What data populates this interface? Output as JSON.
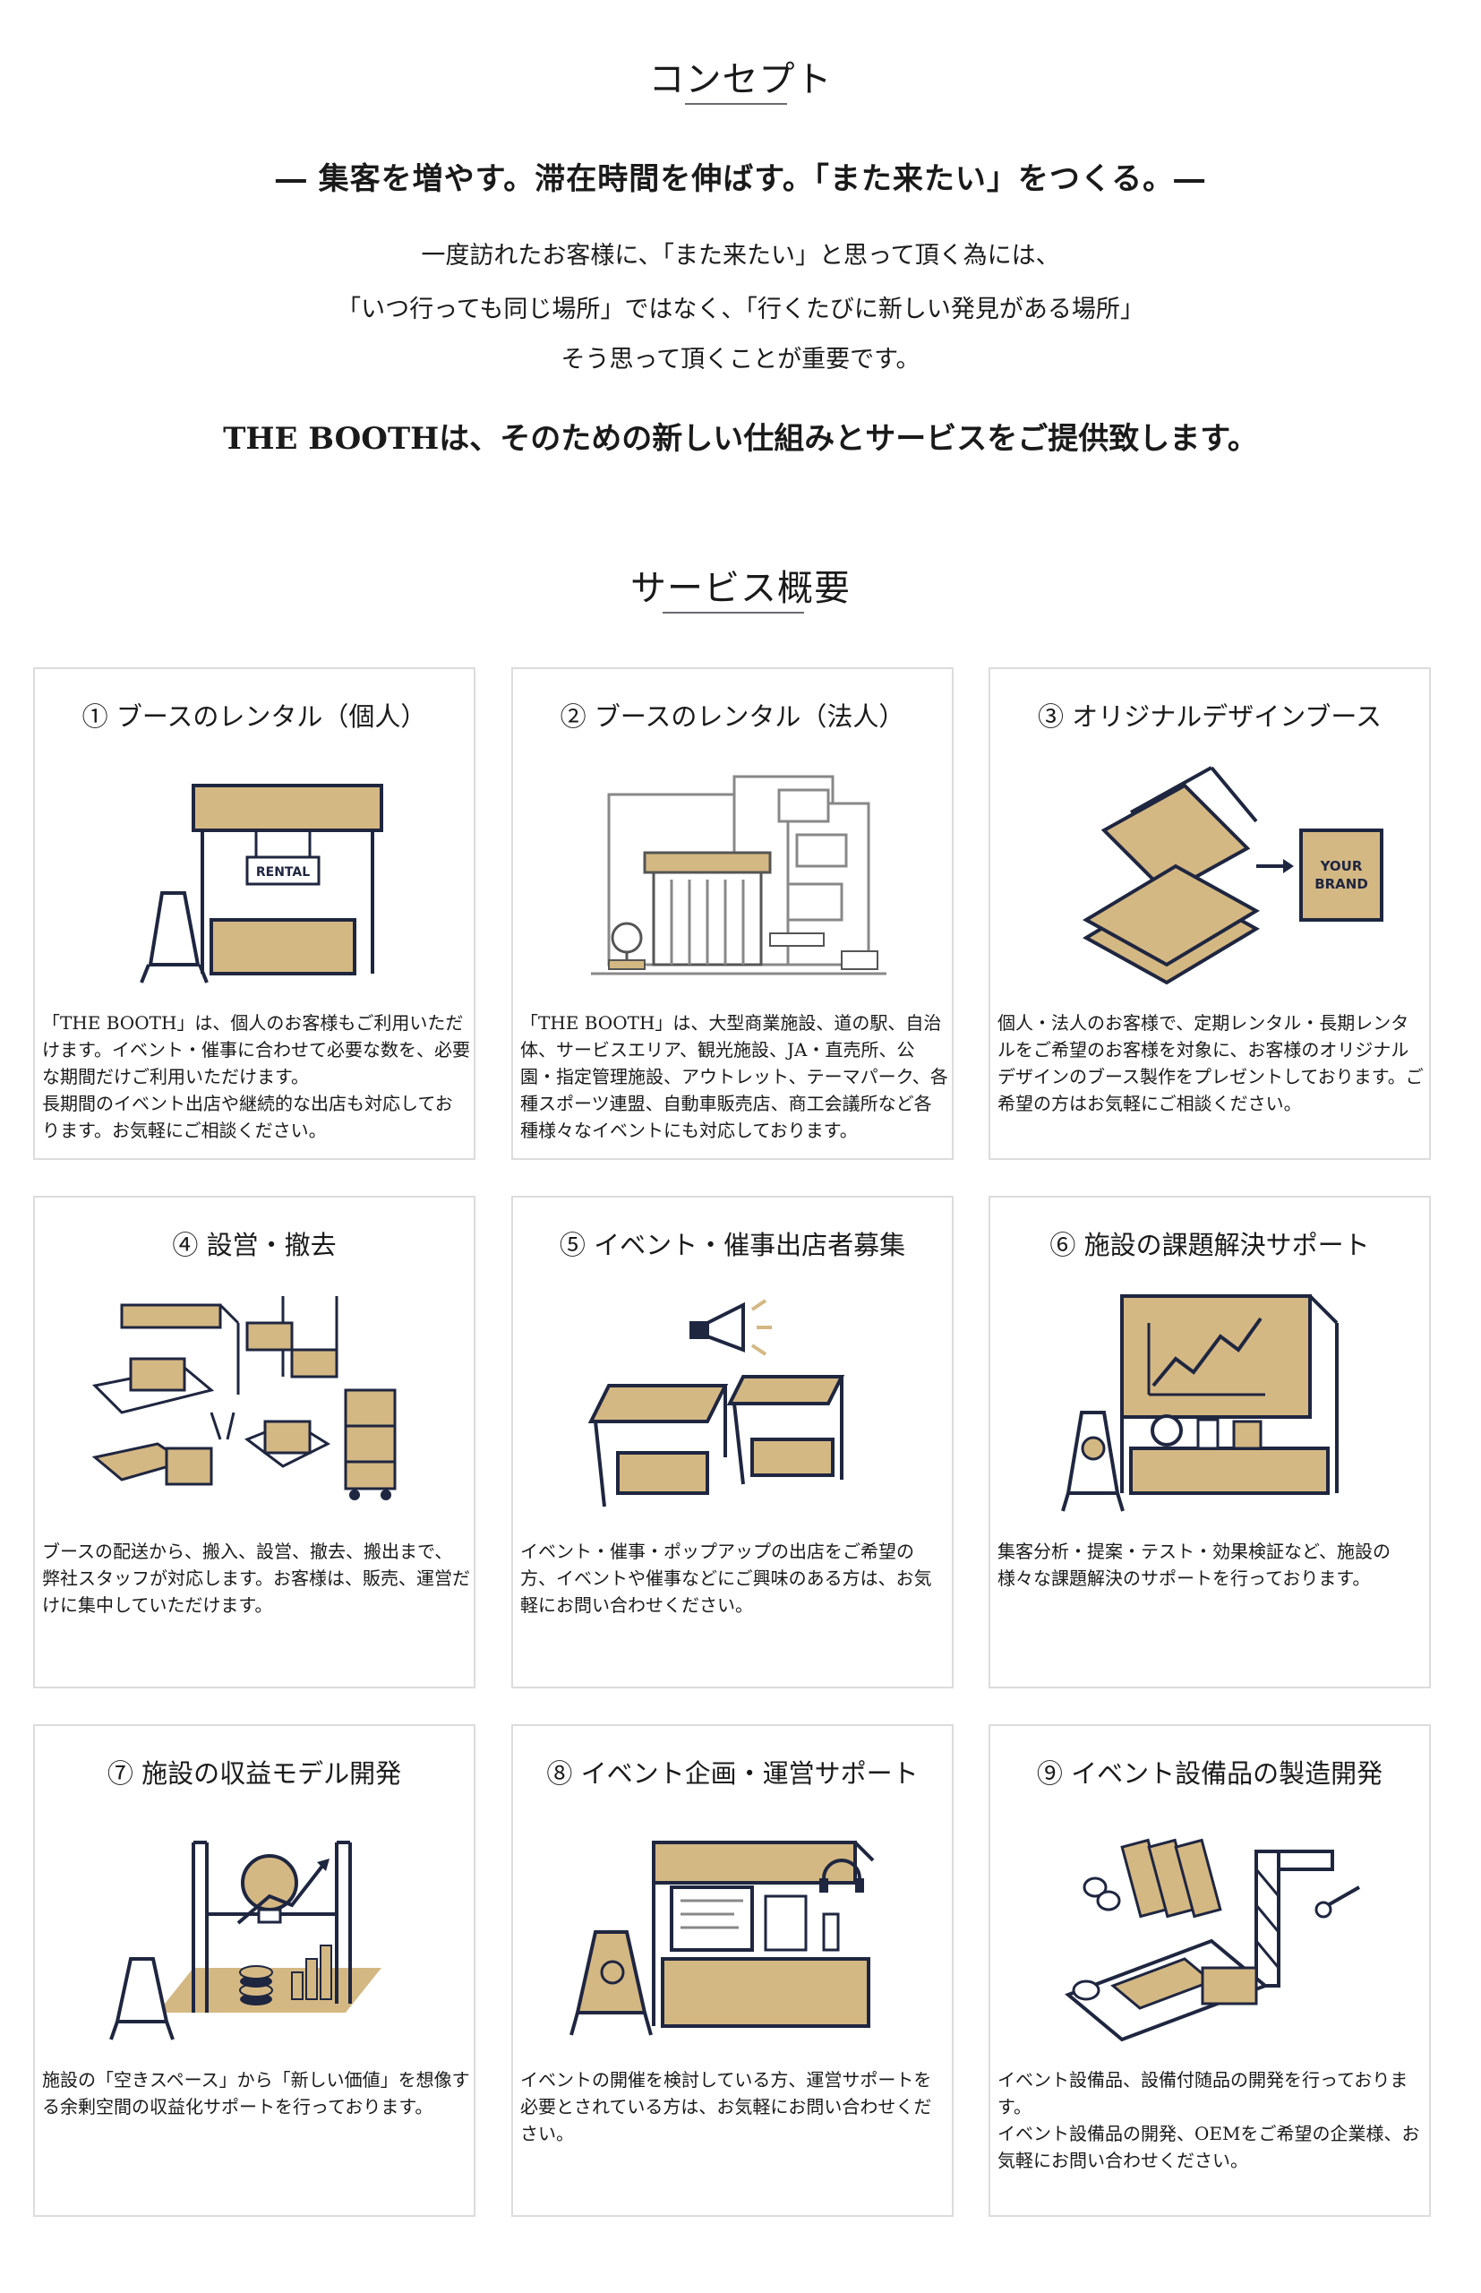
{
  "concept": {
    "title": "コンセプト",
    "tagline": "― 集客を増やす。滞在時間を伸ばす。「また来たい」をつくる。―",
    "lines": [
      "一度訪れたお客様に、「また来たい」と思って頂く為には、",
      "「いつ行っても同じ場所」ではなく、「行くたびに新しい発見がある場所」",
      "そう思って頂くことが重要です。"
    ],
    "closing": "THE BOOTHは、そのための新しい仕組みとサービスをご提供致します。"
  },
  "services": {
    "title": "サービス概要",
    "cards": [
      {
        "title": "① ブースのレンタル（個人）",
        "icon": "rental-booth-icon",
        "sign": "RENTAL",
        "desc": "「THE BOOTH」は、個人のお客様もご利用いただけます。イベント・催事に合わせて必要な数を、必要な期間だけご利用いただけます。\n長期間のイベント出店や継続的な出店も対応しております。お気軽にご相談ください。"
      },
      {
        "title": "② ブースのレンタル（法人）",
        "icon": "commercial-facility-icon",
        "desc": "「THE BOOTH」は、大型商業施設、道の駅、自治体、サービスエリア、観光施設、JA・直売所、公園・指定管理施設、アウトレット、テーマパーク、各種スポーツ連盟、自動車販売店、商工会議所など各種様々なイベントにも対応しております。"
      },
      {
        "title": "③ オリジナルデザインブース",
        "icon": "heat-press-icon",
        "brand": "YOUR BRAND",
        "desc": "個人・法人のお客様で、定期レンタル・長期レンタルをご希望のお客様を対象に、お客様のオリジナルデザインのブース製作をプレゼントしております。ご希望の方はお気軽にご相談ください。"
      },
      {
        "title": "④ 設営・撤去",
        "icon": "setup-teardown-icon",
        "desc": "ブースの配送から、搬入、設営、撤去、搬出まで、弊社スタッフが対応します。お客様は、販売、運営だけに集中していただけます。"
      },
      {
        "title": "⑤ イベント・催事出店者募集",
        "icon": "megaphone-booths-icon",
        "desc": "イベント・催事・ポップアップの出店をご希望の方、イベントや催事などにご興味のある方は、お気軽にお問い合わせください。"
      },
      {
        "title": "⑥ 施設の課題解決サポート",
        "icon": "analytics-booth-icon",
        "desc": "集客分析・提案・テスト・効果検証など、施設の様々な課題解決のサポートを行っております。"
      },
      {
        "title": "⑦ 施設の収益モデル開発",
        "icon": "revenue-model-icon",
        "desc": "施設の「空きスペース」から「新しい価値」を想像する余剰空間の収益化サポートを行っております。"
      },
      {
        "title": "⑧ イベント企画・運営サポート",
        "icon": "event-operation-icon",
        "desc": "イベントの開催を検討している方、運営サポートを必要とされている方は、お気軽にお問い合わせください。"
      },
      {
        "title": "⑨ イベント設備品の製造開発",
        "icon": "manufacturing-icon",
        "desc": "イベント設備品、設備付随品の開発を行っております。\nイベント設備品の開発、OEMをご希望の企業様、お気軽にお問い合わせください。"
      }
    ]
  },
  "colors": {
    "kraft": "#d4b883",
    "navy": "#1f2640",
    "border": "#dcdcdc",
    "underline": "#6a6a72"
  }
}
